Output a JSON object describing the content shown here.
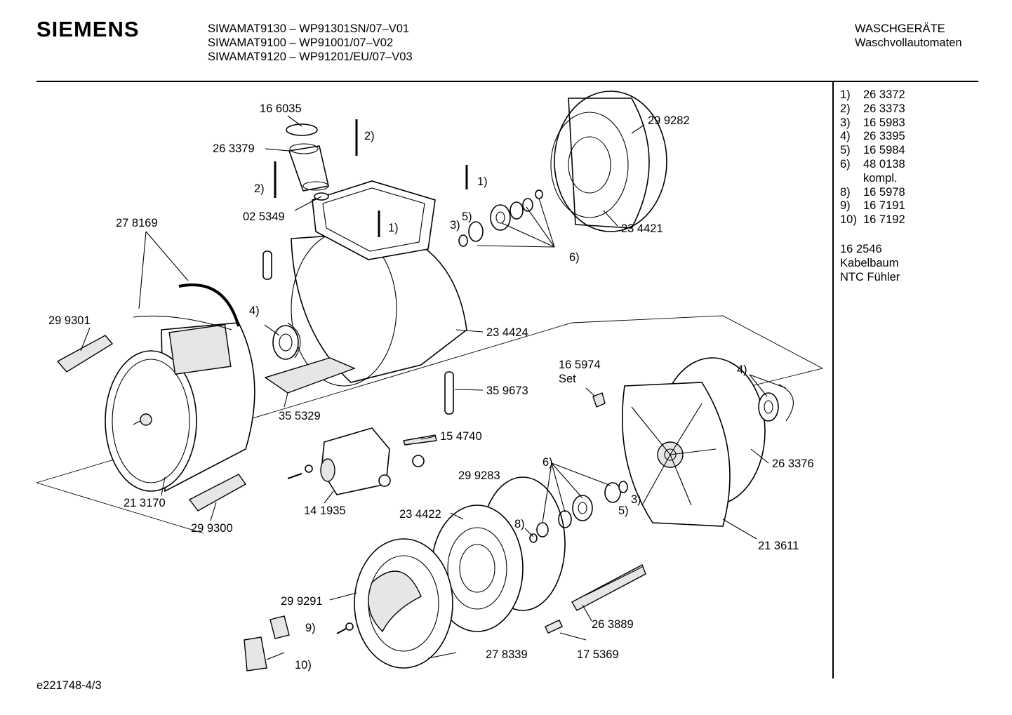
{
  "header": {
    "brand": "SIEMENS",
    "models": [
      "SIWAMAT9130 – WP91301SN/07–V01",
      "SIWAMAT9100 – WP91001/07–V02",
      "SIWAMAT9120 – WP91201/EU/07–V03"
    ],
    "category": "WASCHGERÄTE",
    "subcategory": "Waschvollautomaten"
  },
  "legend": [
    {
      "key": "1)",
      "value": "26 3372"
    },
    {
      "key": "2)",
      "value": "26 3373"
    },
    {
      "key": "3)",
      "value": "16 5983"
    },
    {
      "key": "4)",
      "value": "26 3395"
    },
    {
      "key": "5)",
      "value": "16 5984"
    },
    {
      "key": "6)",
      "value": "48 0138"
    },
    {
      "key": "",
      "value": "kompl."
    },
    {
      "key": "8)",
      "value": "16 5978"
    },
    {
      "key": "9)",
      "value": "16 7191"
    },
    {
      "key": "10)",
      "value": "16 7192"
    }
  ],
  "sidenote": [
    "16 2546",
    "Kabelbaum",
    "NTC Fühler"
  ],
  "part_labels": {
    "p166035": "16 6035",
    "p263379": "26 3379",
    "p025349": "02 5349",
    "p278169": "27 8169",
    "p299301": "29 9301",
    "p213170": "21 3170",
    "p299300": "29 9300",
    "p355329": "35 5329",
    "p141935": "14 1935",
    "p154740": "15 4740",
    "p359673": "35 9673",
    "p234424": "23 4424",
    "p299282": "29 9282",
    "p234421": "23 4421",
    "p165974": "16 5974",
    "p165974b": "Set",
    "p263376": "26 3376",
    "p213611": "21 3611",
    "p299283": "29 9283",
    "p234422": "23 4422",
    "p299291": "29 9291",
    "p278339": "27 8339",
    "p263889": "26 3889",
    "p175369": "17 5369"
  },
  "callouts": {
    "c2a": "2)",
    "c2b": "2)",
    "c1a": "1)",
    "c1b": "1)",
    "c3a": "3)",
    "c5a": "5)",
    "c6a": "6)",
    "c4a": "4)",
    "c4b": "4)",
    "c6b": "6)",
    "c3b": "3)",
    "c5b": "5)",
    "c8": "8)",
    "c9": "9)",
    "c10": "10)"
  },
  "footer": {
    "doc_id": "e221748-4/3"
  }
}
